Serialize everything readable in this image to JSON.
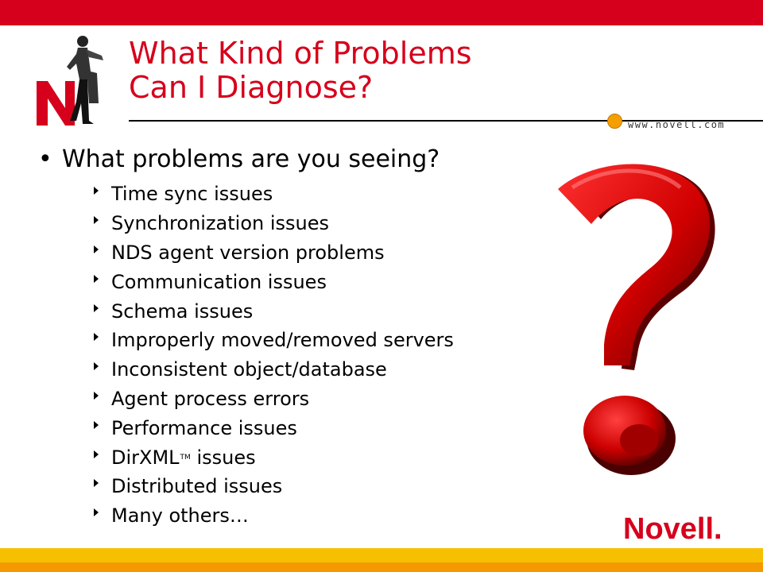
{
  "header": {
    "title_line1": "What Kind of Problems",
    "title_line2": "Can I Diagnose?",
    "url": "www.novell.com"
  },
  "content": {
    "main_bullet": "What problems are you seeing?",
    "sub_items": [
      "Time sync issues",
      "Synchronization issues",
      "NDS agent version problems",
      "Communication issues",
      "Schema issues",
      "Improperly moved/removed servers",
      "Inconsistent object/database",
      "Agent process errors",
      "Performance issues",
      "DirXML",
      "Distributed issues",
      "Many others…"
    ],
    "dirxml_suffix": " issues",
    "trademark": "TM"
  },
  "branding": {
    "logo_letter": "N",
    "wordmark": "Novell."
  },
  "colors": {
    "brand_red": "#d6001c",
    "accent_orange": "#f5a000",
    "band_yellow": "#f6c000",
    "band_orange": "#f49a00"
  },
  "icons": [
    "novell-n-logo-icon",
    "question-mark-graphic",
    "bullet-arrow-icon"
  ]
}
